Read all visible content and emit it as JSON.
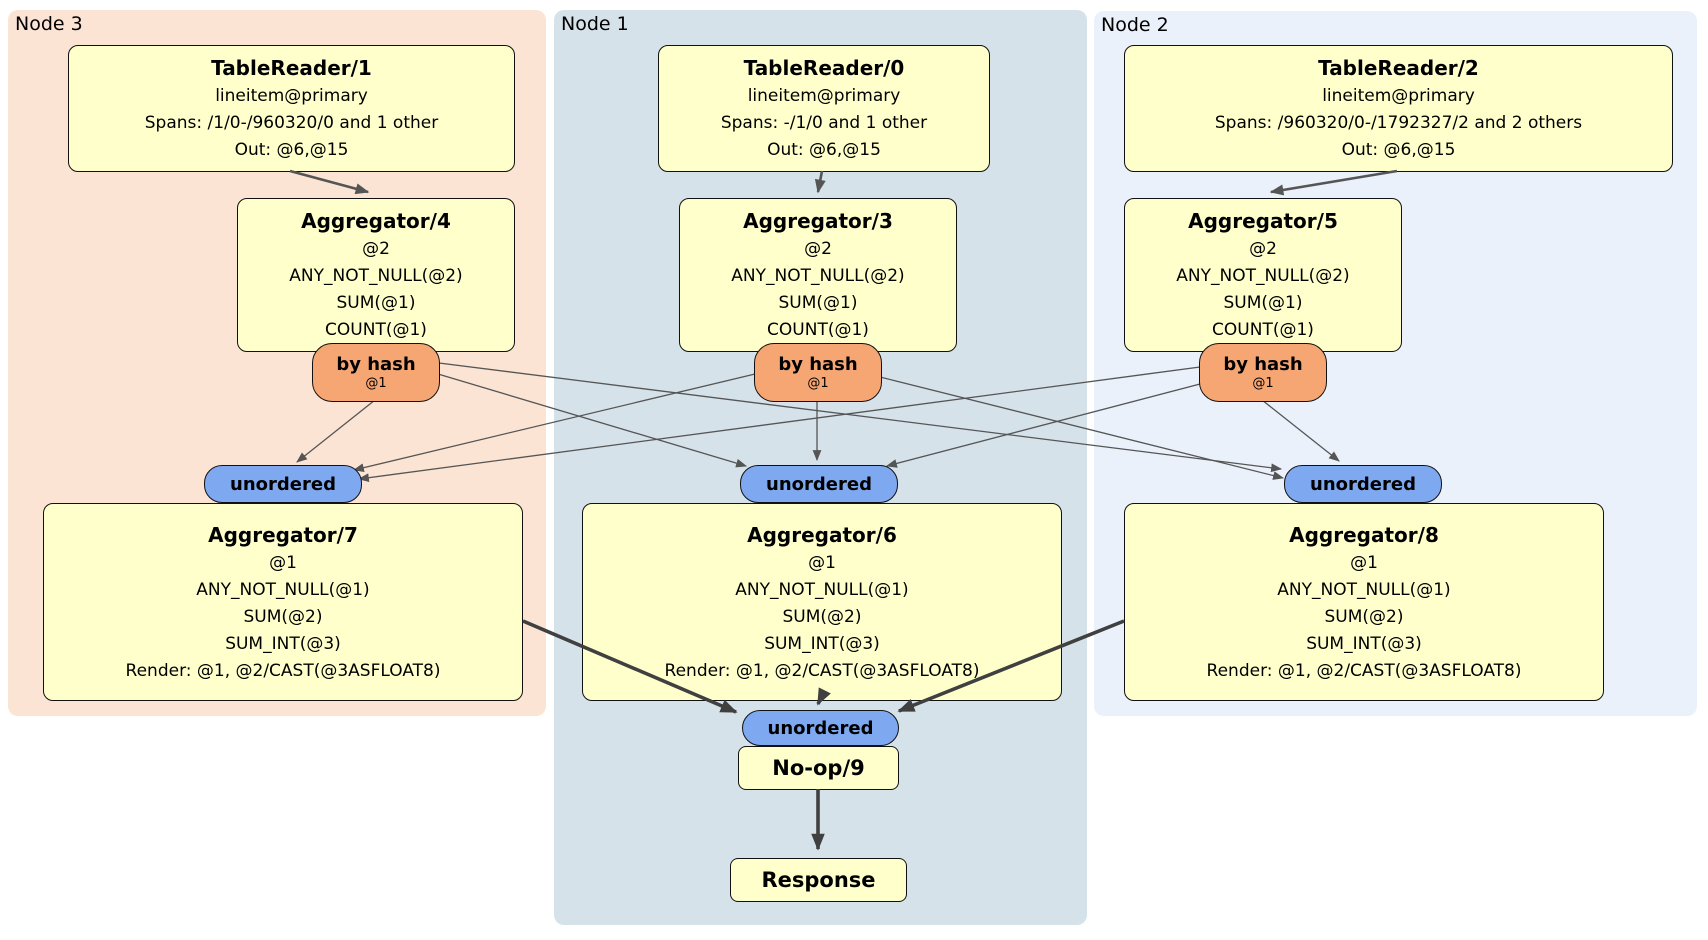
{
  "panels": [
    {
      "id": "node3",
      "label": "Node 3"
    },
    {
      "id": "node1",
      "label": "Node 1"
    },
    {
      "id": "node2",
      "label": "Node 2"
    }
  ],
  "processors": {
    "tr1": {
      "title": "TableReader/1",
      "lines": [
        "lineitem@primary",
        "Spans: /1/0-/960320/0 and 1 other",
        "Out: @6,@15"
      ]
    },
    "tr0": {
      "title": "TableReader/0",
      "lines": [
        "lineitem@primary",
        "Spans: -/1/0 and 1 other",
        "Out: @6,@15"
      ]
    },
    "tr2": {
      "title": "TableReader/2",
      "lines": [
        "lineitem@primary",
        "Spans: /960320/0-/1792327/2 and 2 others",
        "Out: @6,@15"
      ]
    },
    "agg4": {
      "title": "Aggregator/4",
      "lines": [
        "@2",
        "ANY_NOT_NULL(@2)",
        "SUM(@1)",
        "COUNT(@1)"
      ]
    },
    "agg3": {
      "title": "Aggregator/3",
      "lines": [
        "@2",
        "ANY_NOT_NULL(@2)",
        "SUM(@1)",
        "COUNT(@1)"
      ]
    },
    "agg5": {
      "title": "Aggregator/5",
      "lines": [
        "@2",
        "ANY_NOT_NULL(@2)",
        "SUM(@1)",
        "COUNT(@1)"
      ]
    },
    "agg7": {
      "title": "Aggregator/7",
      "lines": [
        "@1",
        "ANY_NOT_NULL(@1)",
        "SUM(@2)",
        "SUM_INT(@3)",
        "Render: @1, @2/CAST(@3ASFLOAT8)"
      ]
    },
    "agg6": {
      "title": "Aggregator/6",
      "lines": [
        "@1",
        "ANY_NOT_NULL(@1)",
        "SUM(@2)",
        "SUM_INT(@3)",
        "Render: @1, @2/CAST(@3ASFLOAT8)"
      ]
    },
    "agg8": {
      "title": "Aggregator/8",
      "lines": [
        "@1",
        "ANY_NOT_NULL(@1)",
        "SUM(@2)",
        "SUM_INT(@3)",
        "Render: @1, @2/CAST(@3ASFLOAT8)"
      ]
    },
    "noop": {
      "title": "No-op/9"
    },
    "response": {
      "title": "Response"
    }
  },
  "routers": {
    "by_hash": {
      "label": "by hash",
      "sub": "@1"
    },
    "unordered": {
      "label": "unordered"
    }
  },
  "colors": {
    "panel_node3": "#FCE4D5",
    "panel_node1": "#D6E2EA",
    "panel_node2": "#EAF1FA",
    "processor_fill": "#FFFFCC",
    "router_fill": "#F5A673",
    "sync_fill": "#7EA8F0",
    "edge_thin": "#555555",
    "edge_thick": "#404040"
  }
}
